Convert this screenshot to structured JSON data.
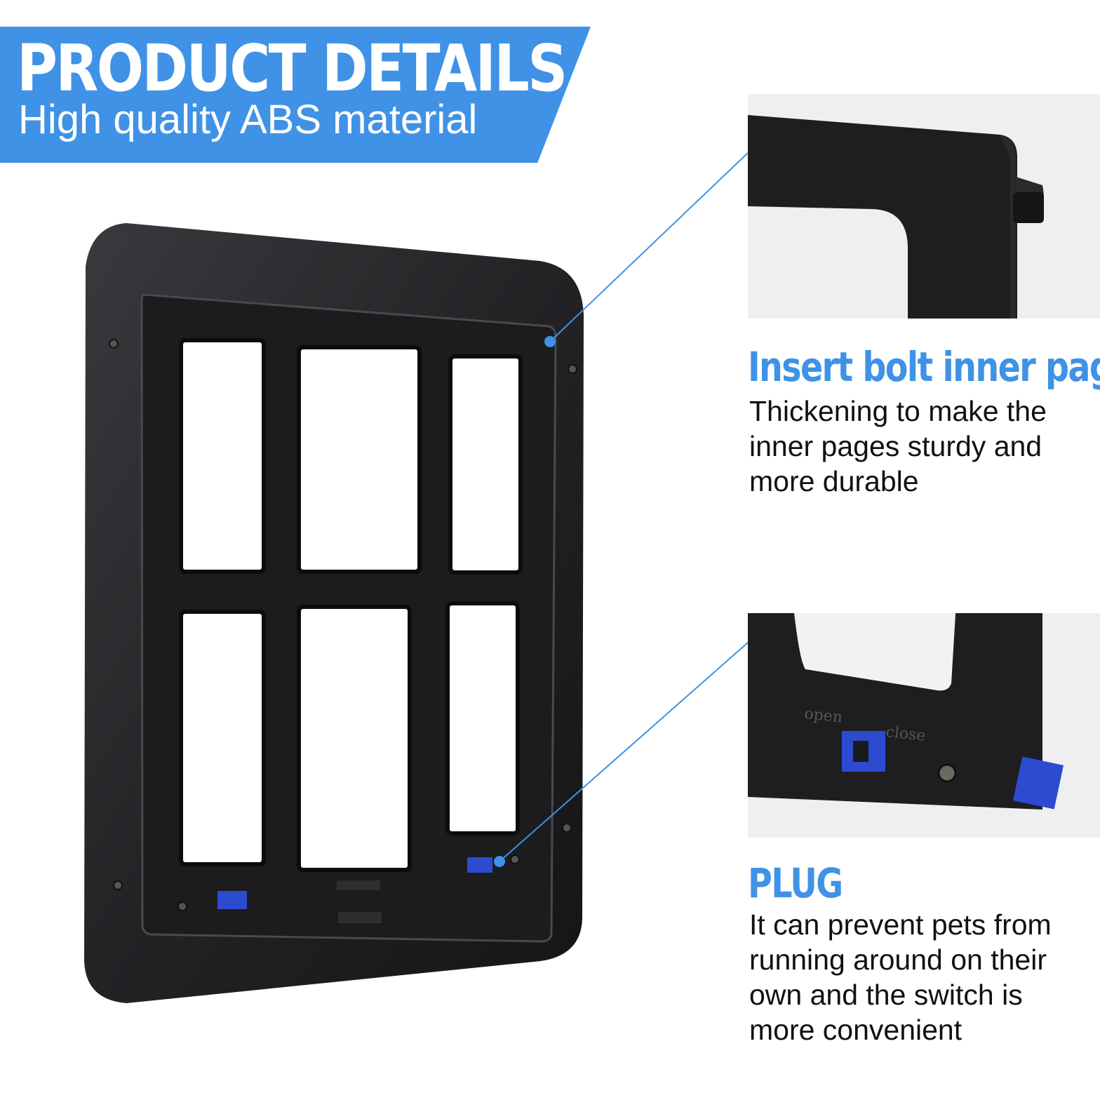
{
  "banner": {
    "title": "PRODUCT DETAILS",
    "subtitle": "High quality ABS material",
    "color": "#3f92e5"
  },
  "feature1": {
    "heading": "Insert bolt inner page",
    "lines": [
      "Thickening to make the",
      "inner pages sturdy and",
      "more durable"
    ]
  },
  "feature2": {
    "heading": "PLUG",
    "lines": [
      "It can prevent pets from",
      "running around on their",
      "own and the switch is",
      "more convenient"
    ]
  },
  "detail2_labels": {
    "open": "open",
    "close": "close"
  },
  "accent_color": "#3f92e5"
}
